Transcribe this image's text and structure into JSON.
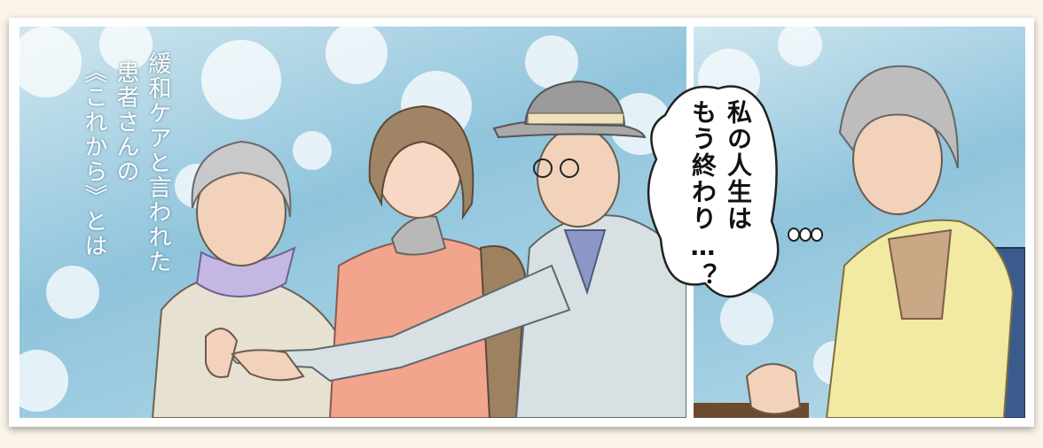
{
  "title": {
    "line1": "緩和ケアと言われた",
    "line2": "患者さんの",
    "line3": "《これから》とは"
  },
  "speech": {
    "line1": "私の人生は",
    "line2": "もう終わり…？"
  },
  "colors": {
    "sky": "#9cc9dd",
    "frame": "#ffffff",
    "page": "#fbf4ea"
  }
}
